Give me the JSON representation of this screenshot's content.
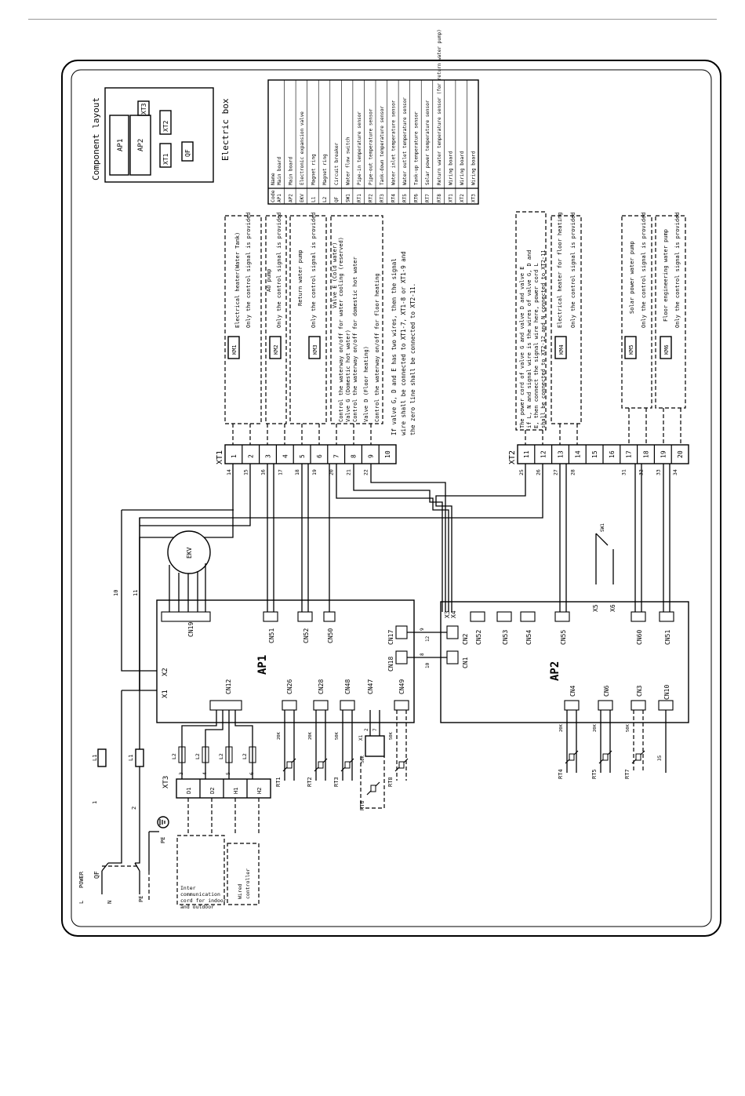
{
  "diagram": {
    "component_layout": {
      "title": "Component layout",
      "subtitle": "Electric box",
      "items": [
        "AP1",
        "AP2",
        "XT3",
        "XT2",
        "XT1",
        "QF"
      ]
    },
    "legend": {
      "header_code": "Code",
      "header_name": "Name",
      "rows": [
        {
          "code": "AP1",
          "name": "Main board"
        },
        {
          "code": "AP2",
          "name": "Main board"
        },
        {
          "code": "EKV",
          "name": "Electronic expansion valve"
        },
        {
          "code": "L1",
          "name": "Magnet ring"
        },
        {
          "code": "L2",
          "name": "Magnet ring"
        },
        {
          "code": "QF",
          "name": "Circuit breaker"
        },
        {
          "code": "SW1",
          "name": "Water flow switch"
        },
        {
          "code": "RT1",
          "name": "Pipe-in temperature sensor"
        },
        {
          "code": "RT2",
          "name": "Pipe-out temperature sensor"
        },
        {
          "code": "RT3",
          "name": "Tank-down temperature sensor"
        },
        {
          "code": "RT4",
          "name": "Water inlet temperature sensor"
        },
        {
          "code": "RT5",
          "name": "Water outlet temperature sensor"
        },
        {
          "code": "RT6",
          "name": "Tank-up temperature sensor"
        },
        {
          "code": "RT7",
          "name": "Solar power temperature sensor"
        },
        {
          "code": "RT8",
          "name": "Return water temperature sensor (for return water pump)"
        },
        {
          "code": "XT1",
          "name": "Wiring board"
        },
        {
          "code": "XT2",
          "name": "Wiring board"
        },
        {
          "code": "XT3",
          "name": "Wiring board"
        }
      ]
    },
    "xt1_label": "XT1",
    "xt1_terminals": [
      "1",
      "2",
      "3",
      "4",
      "5",
      "6",
      "7",
      "8",
      "9",
      "10"
    ],
    "xt1_wires": [
      "14",
      "15",
      "16",
      "17",
      "18",
      "19",
      "20",
      "21",
      "22",
      ""
    ],
    "xt2_label": "XT2",
    "xt2_terminals": [
      "11",
      "12",
      "13",
      "14",
      "15",
      "16",
      "17",
      "18",
      "19",
      "20"
    ],
    "xt2_wires": [
      "25",
      "26",
      "27",
      "28",
      "",
      "",
      "31",
      "32",
      "33",
      "34"
    ],
    "relays": [
      "KM1",
      "KM2",
      "KM3",
      "KM4",
      "KM5",
      "KM6"
    ],
    "load_texts": [
      "Electrical heater(Water Tank)",
      "Only the control signal is provided",
      "AO pump",
      "Only the control signal is provided",
      "Return water pump",
      "Only the control signal is provided",
      "Valve E (Cold water)",
      "Control the waterway on/off for water cooling (reserved)",
      "Valve G (Domestic hot water)",
      "Control the waterway on/off for domestic hot water",
      "Valve D (Floor heating)",
      "Control the waterway on/off for floor heating",
      "Electrical heater for floor heating",
      "Only the control signal is provided",
      "Solar power water pump",
      "Only the control signal is provided",
      "Floor engineering water pump",
      "Only the control signal is provided"
    ],
    "note_valve": [
      "If valve G, D and E has two wires, then the signal",
      "wire shall be connected to XT1-7, XT1-8 or XT1-9 and",
      "the zero line shall be connected to XT2-11."
    ],
    "note_power": [
      "The power cord of valve G and valve D and valve E",
      "if L, N and signal wire is the wires of valve G, D and",
      "E, then connect the signal wire here, power cord L",
      "shall be connected to XT2-12 and N connected to XT2-11"
    ],
    "ap1": {
      "label": "AP1",
      "ekv": "EKV",
      "connectors": [
        "CN19",
        "CN51",
        "CN52",
        "CN50",
        "CN17",
        "CN18",
        "CN12",
        "CN26",
        "CN28",
        "CN48",
        "CN47",
        "CN49",
        "X1",
        "X2"
      ],
      "wire_nums": [
        "10",
        "11",
        "9",
        "12",
        "8",
        "10"
      ]
    },
    "ap2": {
      "label": "AP2",
      "connectors": [
        "X3",
        "X4",
        "CN2",
        "CN1",
        "CN52",
        "CN53",
        "CN54",
        "CN55",
        "X5",
        "X6",
        "CN60",
        "CN51",
        "CN4",
        "CN6",
        "CN3",
        "CN10"
      ],
      "sw1": "SW1"
    },
    "sensors": [
      {
        "name": "RT1",
        "value": "20K"
      },
      {
        "name": "RT2",
        "value": "20K"
      },
      {
        "name": "RT3",
        "value": "50K"
      },
      {
        "name": "RT6",
        "value": "50K"
      },
      {
        "name": "RT8",
        "value": "50K"
      },
      {
        "name": "RT4",
        "value": "20K"
      },
      {
        "name": "RT5",
        "value": "20K"
      },
      {
        "name": "RT7",
        "value": "50K"
      }
    ],
    "x1_small": "X1",
    "x1_small_pins": [
      "2",
      "7"
    ],
    "ap2_cn10_wire": "35",
    "xt3": {
      "label": "XT3",
      "terminals": [
        "D1",
        "D2",
        "H1",
        "H2"
      ],
      "wires": [
        "3",
        "4",
        "5",
        "6"
      ],
      "ring": "L2"
    },
    "power": {
      "label": "POWER",
      "l": "L",
      "n": "N",
      "qf": "QF",
      "pe": "PE",
      "pe2": "PE",
      "l1": "L1",
      "w1": "1",
      "w2": "2"
    },
    "interconn_text": [
      "Inter",
      "communication",
      "cord for indoor",
      "and outdoor"
    ],
    "wired_text": [
      "Wired",
      "controller"
    ]
  }
}
